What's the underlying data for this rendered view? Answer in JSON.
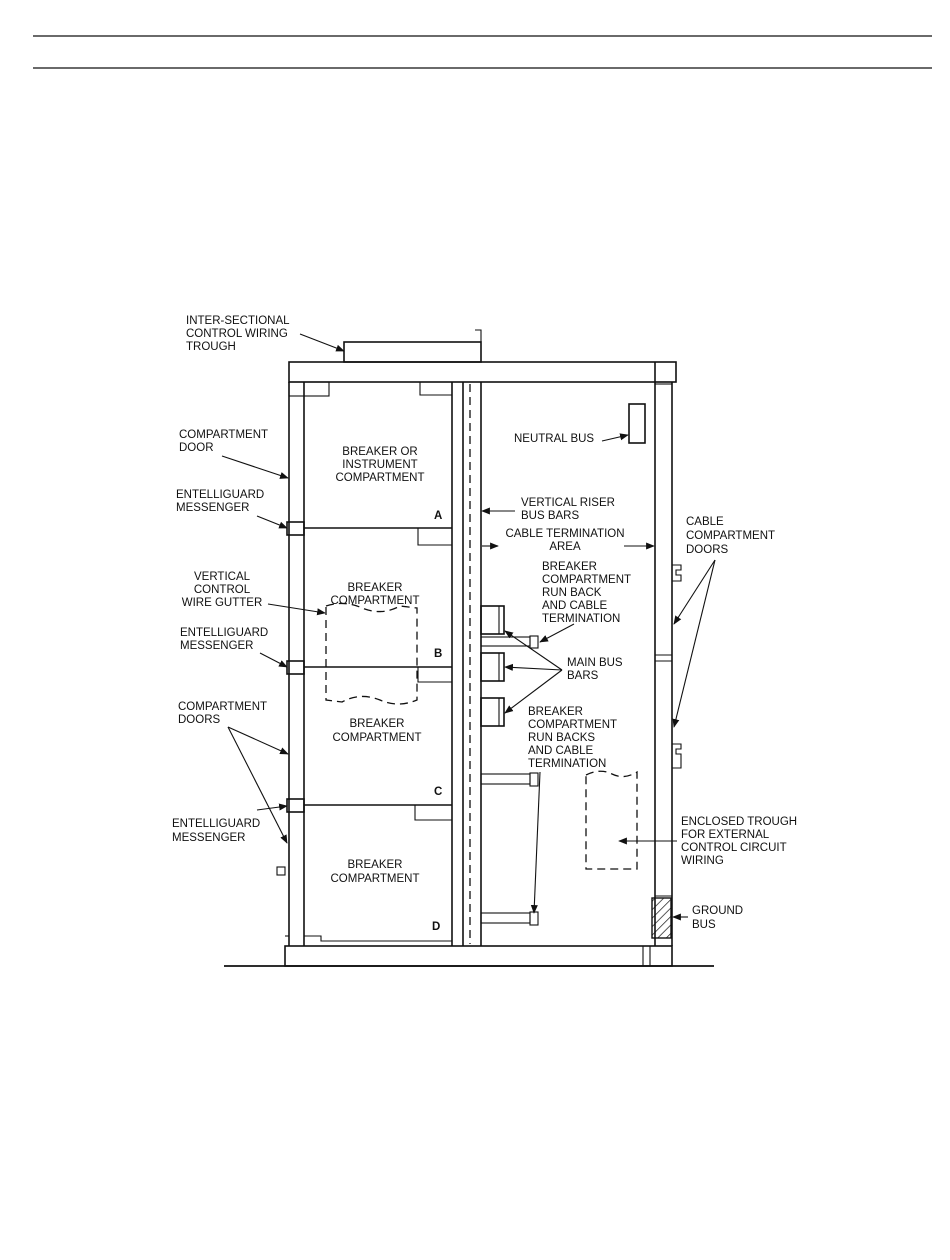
{
  "labels": {
    "trough": [
      "INTER-SECTIONAL",
      "CONTROL WIRING",
      "TROUGH"
    ],
    "compartment_door": [
      "COMPARTMENT",
      "DOOR"
    ],
    "messenger_1": [
      "ENTELLIGUARD",
      "MESSENGER"
    ],
    "gutter": [
      "VERTICAL",
      "CONTROL",
      "WIRE GUTTER"
    ],
    "messenger_2": [
      "ENTELLIGUARD",
      "MESSENGER"
    ],
    "compartment_doors": [
      "COMPARTMENT",
      "DOORS"
    ],
    "messenger_3": [
      "ENTELLIGUARD",
      "MESSENGER"
    ],
    "comp_a": [
      "BREAKER OR",
      "INSTRUMENT",
      "COMPARTMENT"
    ],
    "comp_b": [
      "BREAKER",
      "COMPARTMENT"
    ],
    "comp_c": [
      "BREAKER",
      "COMPARTMENT"
    ],
    "comp_d": [
      "BREAKER",
      "COMPARTMENT"
    ],
    "letter_a": "A",
    "letter_b": "B",
    "letter_c": "C",
    "letter_d": "D",
    "neutral_bus": "NEUTRAL BUS",
    "riser": [
      "VERTICAL RISER",
      "BUS BARS"
    ],
    "cable_area": [
      "CABLE TERMINATION",
      "AREA"
    ],
    "runback_1": [
      "BREAKER",
      "COMPARTMENT",
      "RUN BACK",
      "AND CABLE",
      "TERMINATION"
    ],
    "main_bus": [
      "MAIN BUS",
      "BARS"
    ],
    "runback_2": [
      "BREAKER",
      "COMPARTMENT",
      "RUN BACKS",
      "AND CABLE",
      "TERMINATION"
    ],
    "cable_doors": [
      "CABLE",
      "COMPARTMENT",
      "DOORS"
    ],
    "enclosed_trough": [
      "ENCLOSED TROUGH",
      "FOR EXTERNAL",
      "CONTROL CIRCUIT",
      "WIRING"
    ],
    "ground_bus": [
      "GROUND",
      "BUS"
    ]
  }
}
